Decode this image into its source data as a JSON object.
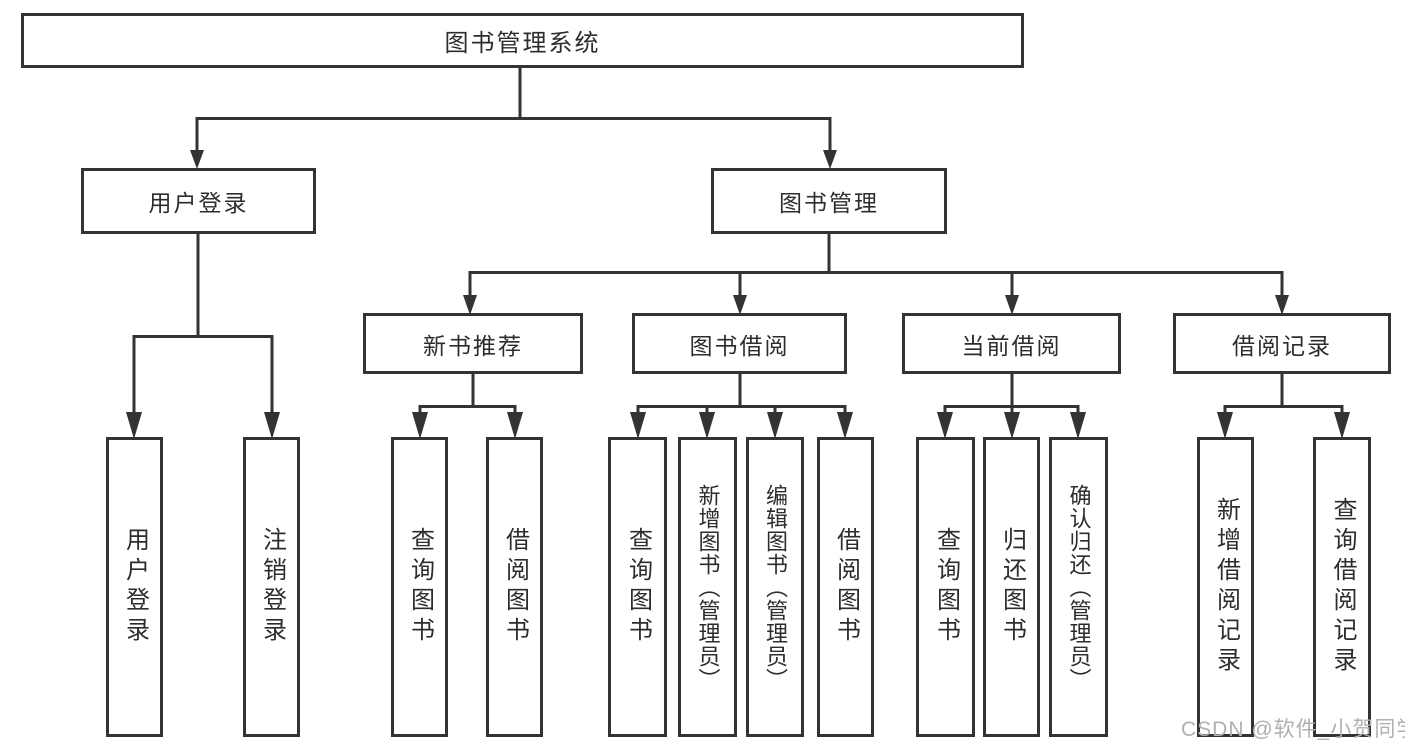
{
  "tree": {
    "root": {
      "label": "图书管理系统"
    },
    "branches": [
      {
        "label": "用户登录",
        "leaves": [
          {
            "label": "用户登录"
          },
          {
            "label": "注销登录"
          }
        ]
      },
      {
        "label": "图书管理",
        "groups": [
          {
            "label": "新书推荐",
            "leaves": [
              {
                "label": "查询图书"
              },
              {
                "label": "借阅图书"
              }
            ]
          },
          {
            "label": "图书借阅",
            "leaves": [
              {
                "label": "查询图书"
              },
              {
                "label": "新增图书（管理员）"
              },
              {
                "label": "编辑图书（管理员）"
              },
              {
                "label": "借阅图书"
              }
            ]
          },
          {
            "label": "当前借阅",
            "leaves": [
              {
                "label": "查询图书"
              },
              {
                "label": "归还图书"
              },
              {
                "label": "确认归还（管理员）"
              }
            ]
          },
          {
            "label": "借阅记录",
            "leaves": [
              {
                "label": "新增借阅记录"
              },
              {
                "label": "查询借阅记录"
              }
            ]
          }
        ]
      }
    ]
  },
  "watermark": {
    "text": "CSDN @软件_小贺同学"
  },
  "colors": {
    "line": "#333333",
    "text": "#2d2d2d",
    "watermark": "#b0b0b0",
    "background": "#ffffff"
  }
}
